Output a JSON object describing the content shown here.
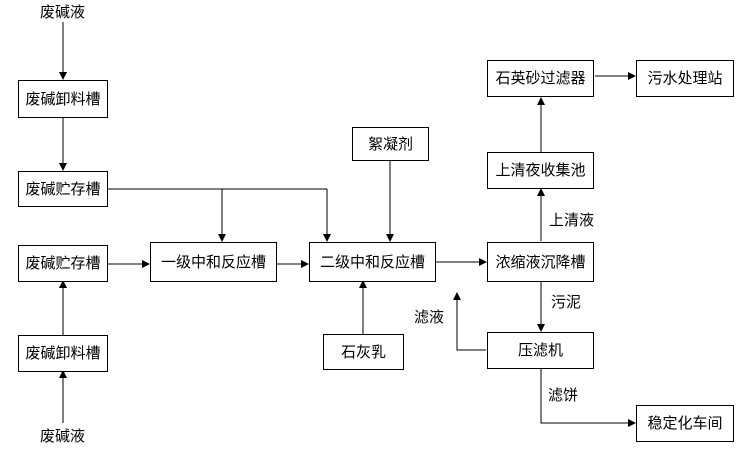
{
  "nodes": {
    "waste_alkali_top": "废碱液",
    "unload_tank_1": "废碱卸料槽",
    "storage_tank_1": "废碱贮存槽",
    "storage_tank_2": "废碱贮存槽",
    "unload_tank_2": "废碱卸料槽",
    "waste_alkali_bottom": "废碱液",
    "primary_reactor": "一级中和反应槽",
    "flocculant": "絮凝剂",
    "secondary_reactor": "二级中和反应槽",
    "lime_milk": "石灰乳",
    "settling_tank": "浓缩液沉降槽",
    "supernatant_pool": "上清夜收集池",
    "sand_filter": "石英砂过滤器",
    "wastewater_station": "污水处理站",
    "filter_press": "压滤机",
    "stabilization_workshop": "稳定化车间"
  },
  "edge_labels": {
    "supernatant": "上清液",
    "sludge": "污泥",
    "filtrate": "滤液",
    "filter_cake": "滤饼"
  }
}
